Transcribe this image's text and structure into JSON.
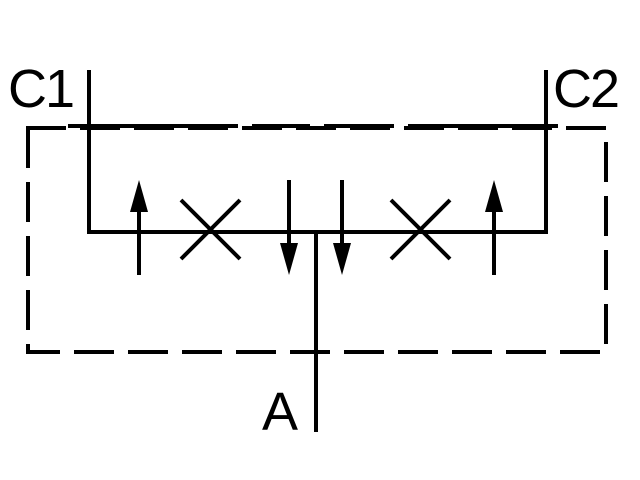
{
  "ports": {
    "c1": "C1",
    "c2": "C2",
    "a": "A"
  },
  "colors": {
    "line": "#000000",
    "background": "#ffffff"
  }
}
